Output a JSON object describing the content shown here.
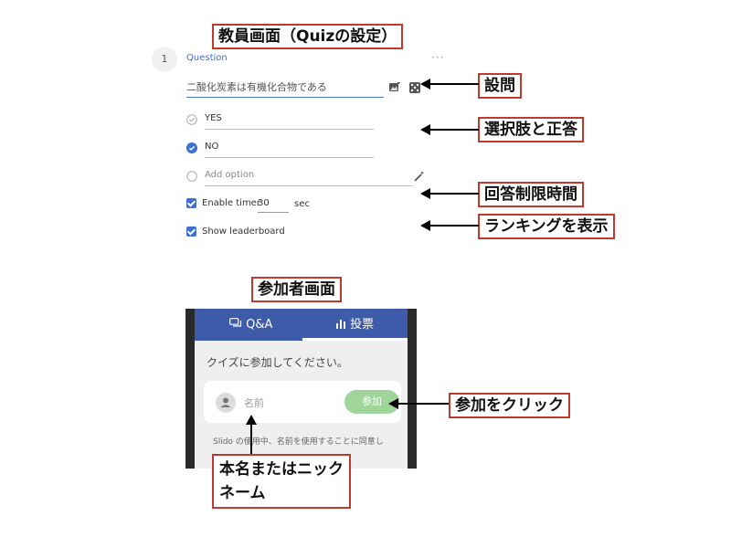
{
  "teacher": {
    "section_label": "教員画面（Quizの設定）",
    "question_number": "1",
    "question_heading": "Question",
    "more_label": "···",
    "question_text": "二酸化炭素は有機化合物である",
    "options": [
      {
        "label": "YES",
        "state": "unchecked-correct"
      },
      {
        "label": "NO",
        "state": "checked"
      },
      {
        "label": "Add option",
        "state": "empty"
      }
    ],
    "enable_timer_label": "Enable timer",
    "timer_value": "30",
    "timer_unit": "sec",
    "show_leaderboard_label": "Show leaderboard",
    "enable_timer_checked": true,
    "show_leaderboard_checked": true
  },
  "annotations": {
    "question": "設問",
    "options": "選択肢と正答",
    "timer": "回答制限時間",
    "ranking": "ランキングを表示",
    "participant_section": "参加者画面",
    "join_click": "参加をクリック",
    "name_hint_line1": "本名またはニック",
    "name_hint_line2": "ネーム"
  },
  "participant": {
    "tabs": [
      {
        "label": "Q&A",
        "icon": "chat-bubbles-icon"
      },
      {
        "label": "投票",
        "icon": "bar-chart-icon"
      }
    ],
    "prompt": "クイズに参加してください。",
    "name_placeholder": "名前",
    "join_label": "参加",
    "footer_text": "Slido の使用中、名前を使用することに同意し"
  },
  "colors": {
    "accent_blue": "#3d6fd6",
    "header_blue": "#3d5ba9",
    "join_green": "#9fd49a",
    "label_border": "#c0392b"
  }
}
